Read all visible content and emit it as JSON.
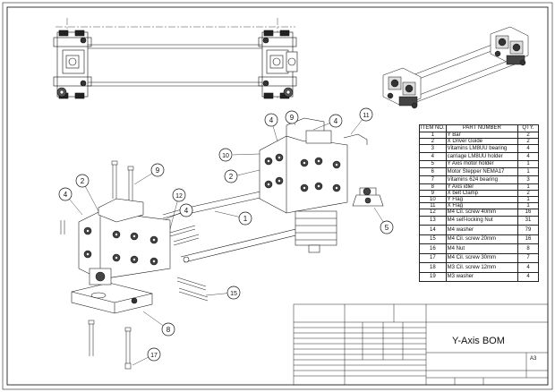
{
  "bom": {
    "headers": [
      "ITEM NO.",
      "PART NUMBER",
      "QTY."
    ],
    "rows": [
      [
        "1",
        "Y Bar",
        "2"
      ],
      [
        "2",
        "X Driver Guide",
        "2"
      ],
      [
        "3",
        "Vitamins LM8UU bearing",
        "4"
      ],
      [
        "4",
        "carriage LM8UU holder",
        "4"
      ],
      [
        "5",
        "Y Axis motor holder",
        "1"
      ],
      [
        "6",
        "Motor Stepper NEMA17",
        "1"
      ],
      [
        "7",
        "Vitamins 624 bearing",
        "3"
      ],
      [
        "8",
        "Y Axis idler",
        "1"
      ],
      [
        "9",
        "X belt Clamp",
        "2"
      ],
      [
        "10",
        "Y Flag",
        "1"
      ],
      [
        "11",
        "X Flag",
        "1"
      ],
      [
        "12",
        "M4 Cil. screw 40mm",
        "16"
      ],
      [
        "13",
        "M4 self-locking Nut",
        "31"
      ],
      [
        "14",
        "M4 washer",
        "79"
      ],
      [
        "15",
        "M4 Cil. screw 20mm",
        "16"
      ],
      [
        "16",
        "M4 Nut",
        "8"
      ],
      [
        "17",
        "M4 Cil. screw 30mm",
        "7"
      ],
      [
        "18",
        "M3 Cil. screw 12mm",
        "4"
      ],
      [
        "19",
        "M3 washer",
        "4"
      ]
    ]
  },
  "title_block": {
    "title": "Y-Axis BOM",
    "size": "A3"
  },
  "balloons": [
    "1",
    "2",
    "4",
    "5",
    "8",
    "9",
    "10",
    "11",
    "12",
    "15",
    "17"
  ]
}
